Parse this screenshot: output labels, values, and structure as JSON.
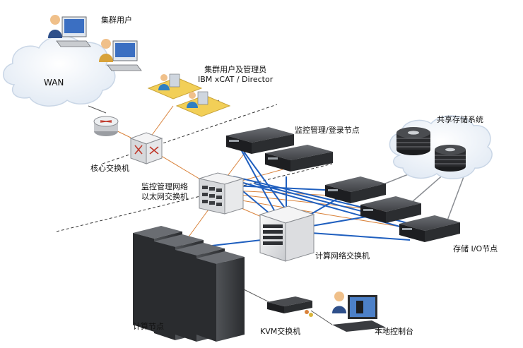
{
  "labels": {
    "cluster_user": "集群用户",
    "wan": "WAN",
    "admin_line1": "集群用户及管理员",
    "admin_line2": "IBM xCAT / Director",
    "core_switch": "核心交换机",
    "mon_line1": "监控管理网络",
    "mon_line2": "以太网交换机",
    "mon_login": "监控管理/登录节点",
    "shared_storage": "共享存储系统",
    "compute_switch": "计算网络交换机",
    "storage_io": "存储 I/O节点",
    "compute_nodes": "计算节点",
    "kvm": "KVM交换机",
    "console": "本地控制台"
  },
  "colors": {
    "fabric_link": "#1f5fbf",
    "mgmt_link": "#d9823a",
    "cloud_light": "#f2f6fb",
    "cloud_edge": "#c9d6e6",
    "server_dark": "#2f3134",
    "server_top": "#5a5d62",
    "desk": "#f2cf57"
  },
  "icons": [
    "user-workstation-icon",
    "cloud-icon",
    "router-icon",
    "switch-icon",
    "server-icon",
    "disk-stack-icon",
    "rack-icon",
    "kvm-icon",
    "console-icon"
  ]
}
